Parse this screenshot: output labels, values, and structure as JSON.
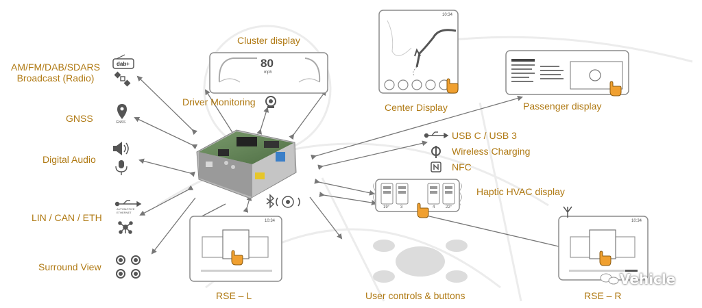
{
  "labels": {
    "radio": "AM/FM/DAB/SDARS\nBroadcast (Radio)",
    "gnss": "GNSS",
    "digital_audio": "Digital Audio",
    "lin_can_eth": "LIN / CAN / ETH",
    "surround_view": "Surround View",
    "cluster_display": "Cluster display",
    "driver_monitoring": "Driver Monitoring",
    "center_display": "Center Display",
    "passenger_display": "Passenger display",
    "usb": "USB C / USB 3",
    "wireless_charging": "Wireless Charging",
    "nfc": "NFC",
    "haptic_hvac": "Haptic HVAC display",
    "rse_l": "RSE – L",
    "rse_r": "RSE – R",
    "user_controls": "User controls & buttons"
  },
  "cluster": {
    "speed": "80",
    "unit": "mph"
  },
  "screen_time": "10:34",
  "hvac": {
    "left_temp": "19°",
    "left_fan": "3",
    "right_fan": "4",
    "right_temp": "22°"
  },
  "icons": {
    "dab": "dab+",
    "gnss_text": "GNSS",
    "eth_text": "AUTOMOTIVE\nETHERNET"
  },
  "watermark": "Vehicle",
  "colors": {
    "label": "#b07a14",
    "arrow": "#777777",
    "frame": "#8c8c8c"
  }
}
